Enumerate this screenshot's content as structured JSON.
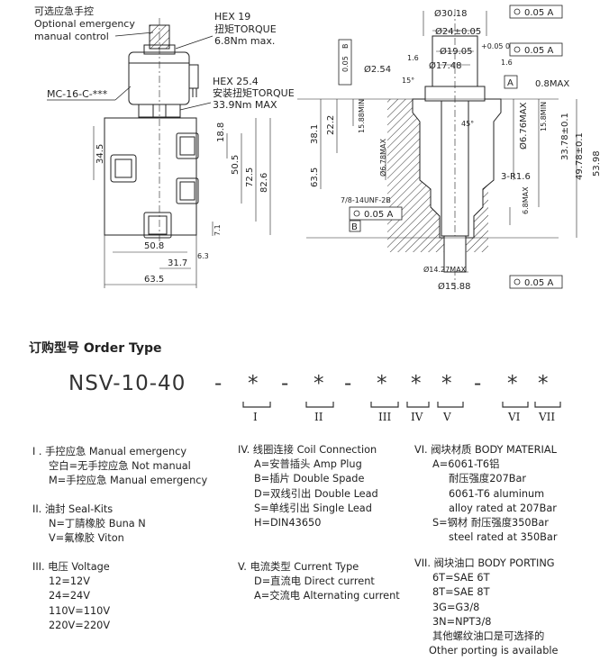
{
  "drawing": {
    "left_view": {
      "emergency_label_cn": "可选应急手控",
      "emergency_label_en1": "Optional emergency",
      "emergency_label_en2": "manual control",
      "hex19_title": "HEX 19",
      "hex19_cn": "扭矩TORQUE",
      "hex19_value": "6.8Nm max.",
      "coil_part": "MC-16-C-***",
      "hex25_title": "HEX 25.4",
      "hex25_cn": "安装扭矩TORQUE",
      "hex25_value": "33.9Nm MAX",
      "dims": {
        "d18_8": "18.8",
        "d34_5": "34.5",
        "d50_5": "50.5",
        "d72_5": "72.5",
        "d82_6": "82.6",
        "d7_1": "7.1",
        "d50_8": "50.8",
        "d6_3": "6.3",
        "d31_7": "31.7",
        "d63_5": "63.5"
      }
    },
    "right_view": {
      "dia30_18": "Ø30.18",
      "dia24": "Ø24±0.05",
      "dia19_05": "Ø19.05",
      "dia19_tol": "+0.05 0",
      "dia17_48": "Ø17.48",
      "dia2_54": "Ø2.54",
      "angle15": "15°",
      "angle45": "45°",
      "chamfer08": "0.8MAX",
      "frame_ab": "0.05 A",
      "frame_a": "0.05 A",
      "frame_b_lead": "0.05",
      "frame_b_letter": "B",
      "datum_a": "A",
      "datum_b": "B",
      "rough": "1.6",
      "d38_1": "38.1",
      "d22_2": "22.2",
      "d15_88": "15.88MIN",
      "d6_78": "Ø6.78MAX",
      "d63_5": "63.5",
      "d6_76": "Ø6.76MAX",
      "d15_8": "15.8MIN",
      "d33_78": "33.78±0.1",
      "d49_78": "49.78±0.1",
      "d53_98": "53.98",
      "r1_6": "3-R1.6",
      "d6_8": "6.8MAX",
      "thread": "7/8-14UNF-2B",
      "d14_27": "Ø14.27MAX",
      "d15_88b": "Ø15.88"
    }
  },
  "order": {
    "title": "订购型号 Order Type",
    "code_prefix": "NSV-10-40",
    "code_sep": "-",
    "code_star": "*",
    "roman": [
      "I",
      "II",
      "III",
      "IV",
      "V",
      "VI",
      "VII"
    ],
    "sections": {
      "s1": [
        "I .  手控应急 Manual emergency",
        "空白=无手控应急  Not manual",
        "M=手控应急  Manual emergency"
      ],
      "s2": [
        "II.  油封 Seal-Kits",
        "N=丁腈橡胶 Buna  N",
        "V=氟橡胶 Viton"
      ],
      "s3": [
        "III.  电压 Voltage",
        "12=12V",
        "24=24V",
        "110V=110V",
        "220V=220V"
      ],
      "s4": [
        "IV.  线圈连接 Coil Connection",
        "A=安普插头  Amp Plug",
        "B=插片  Double  Spade",
        "D=双线引出  Double  Lead",
        "S=单线引出  Single  Lead",
        "H=DIN43650"
      ],
      "s5": [
        "V.   电流类型 Current Type",
        "D=直流电  Direct current",
        "A=交流电  Alternating current"
      ],
      "s6": [
        "VI.  阀块材质 BODY MATERIAL",
        "A=6061-T6铝",
        "耐压强度207Bar",
        "6061-T6 aluminum",
        "alloy rated at 207Bar",
        "S=钢材  耐压强度350Bar",
        "steel rated at 350Bar"
      ],
      "s7": [
        "VII.  阀块油口 BODY PORTING",
        "6T=SAE 6T",
        "8T=SAE 8T",
        "3G=G3/8",
        "3N=NPT3/8",
        "其他螺纹油口是可选择的",
        "Other porting is available"
      ]
    }
  }
}
